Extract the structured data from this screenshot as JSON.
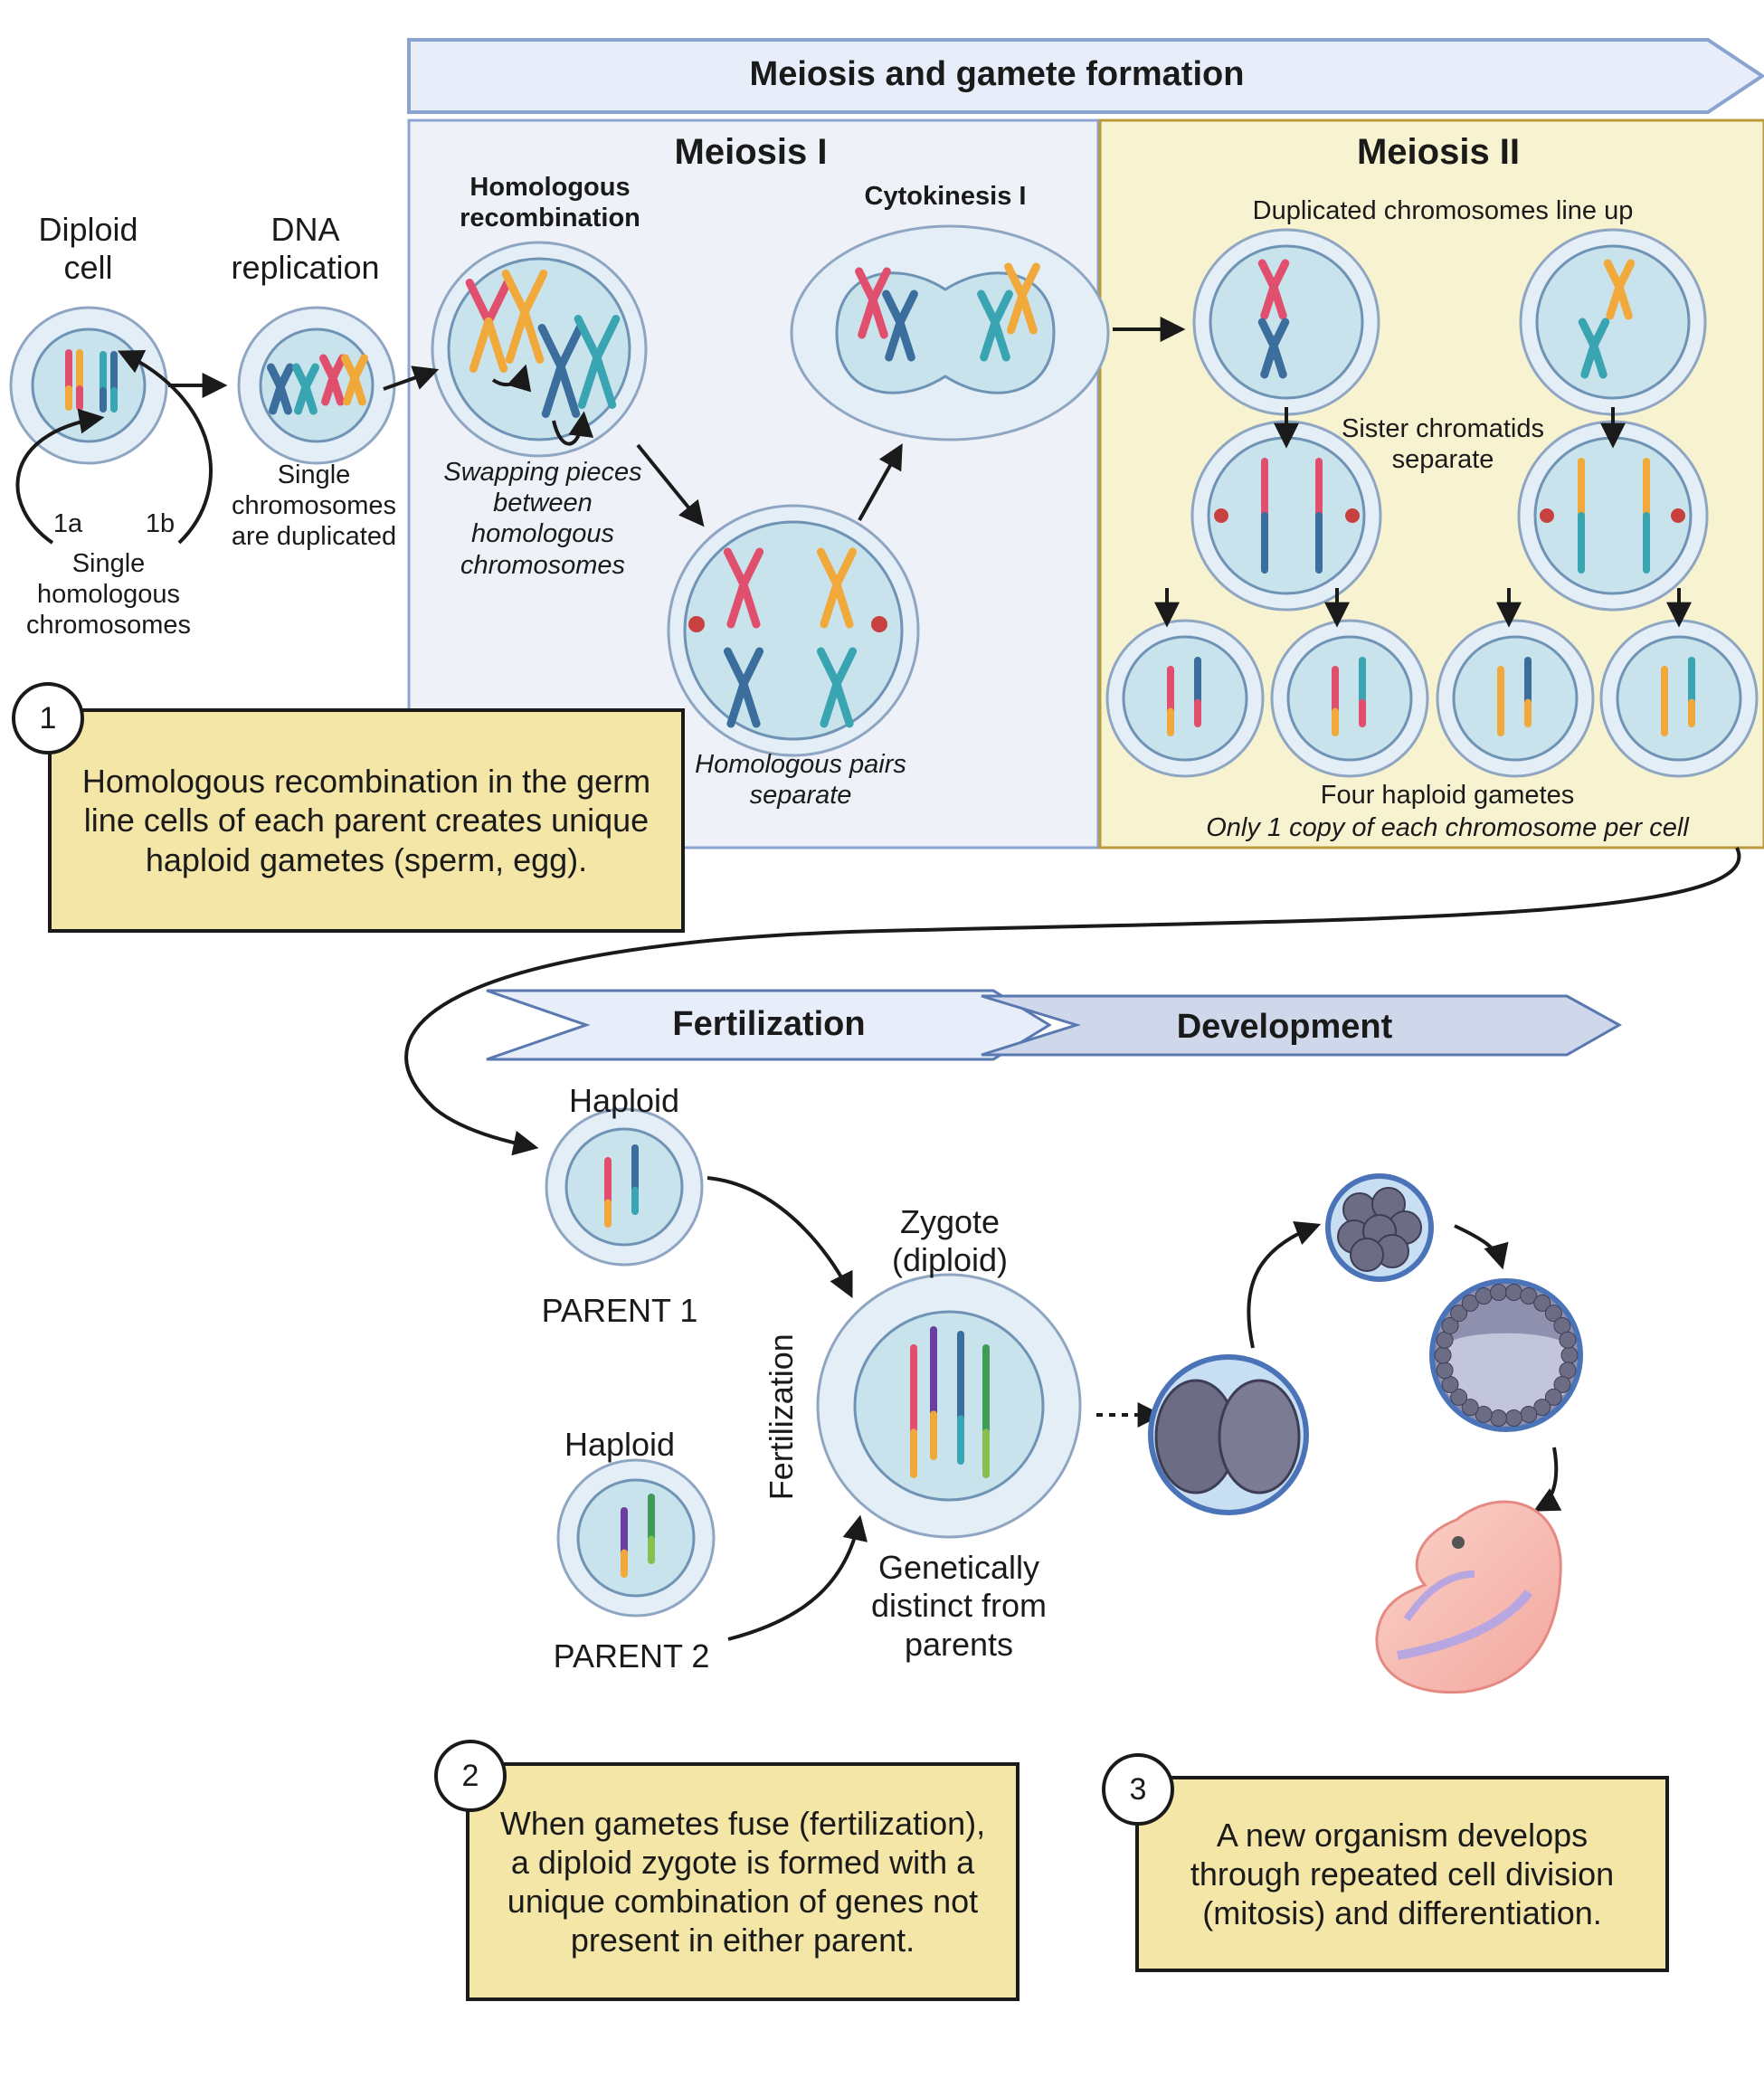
{
  "banner": {
    "meiosis_gamete": "Meiosis and gamete formation",
    "fertilization": "Fertilization",
    "development": "Development"
  },
  "meiosis1": {
    "title": "Meiosis I",
    "homologous_recombination": "Homologous recombination",
    "cytokinesis": "Cytokinesis I",
    "swapping": "Swapping pieces between homologous chromosomes",
    "pairs_separate": "Homologous pairs separate"
  },
  "meiosis2": {
    "title": "Meiosis II",
    "line_up": "Duplicated chromosomes line up",
    "sister_separate": "Sister chromatids separate",
    "four_gametes": "Four haploid gametes",
    "one_copy": "Only 1 copy of each chromosome per cell"
  },
  "left": {
    "diploid_cell": "Diploid cell",
    "dna_replication": "DNA replication",
    "label_1a": "1a",
    "label_1b": "1b",
    "single_homologous": "Single homologous chromosomes",
    "single_duplicated": "Single chromosomes are duplicated"
  },
  "bottom": {
    "haploid_1": "Haploid",
    "parent_1": "PARENT 1",
    "haploid_2": "Haploid",
    "parent_2": "PARENT 2",
    "zygote": "Zygote (diploid)",
    "fertilization_vertical": "Fertilization",
    "genetically_distinct": "Genetically distinct from parents"
  },
  "callouts": [
    {
      "number": "1",
      "text": "Homologous recombination in the germ line cells of each parent creates unique haploid gametes (sperm, egg)."
    },
    {
      "number": "2",
      "text": "When gametes fuse (fertilization), a diploid zygote is formed with a unique combination of genes not present in either parent."
    },
    {
      "number": "3",
      "text": "A new organism develops through repeated cell division (mitosis) and differentiation."
    }
  ],
  "colors": {
    "meiosis1_panel": "#eef2f8",
    "meiosis2_panel": "#f7f3d0",
    "callout_fill": "#f3e6a6",
    "banner_fill": "#e8eef9",
    "cell_outer": "#e4eef6",
    "cell_inner": "#c9e3ec",
    "chrom_pink": "#e0506e",
    "chrom_orange": "#f2a93b",
    "chrom_blue": "#3b6e9c",
    "chrom_teal": "#3aa5b2"
  }
}
